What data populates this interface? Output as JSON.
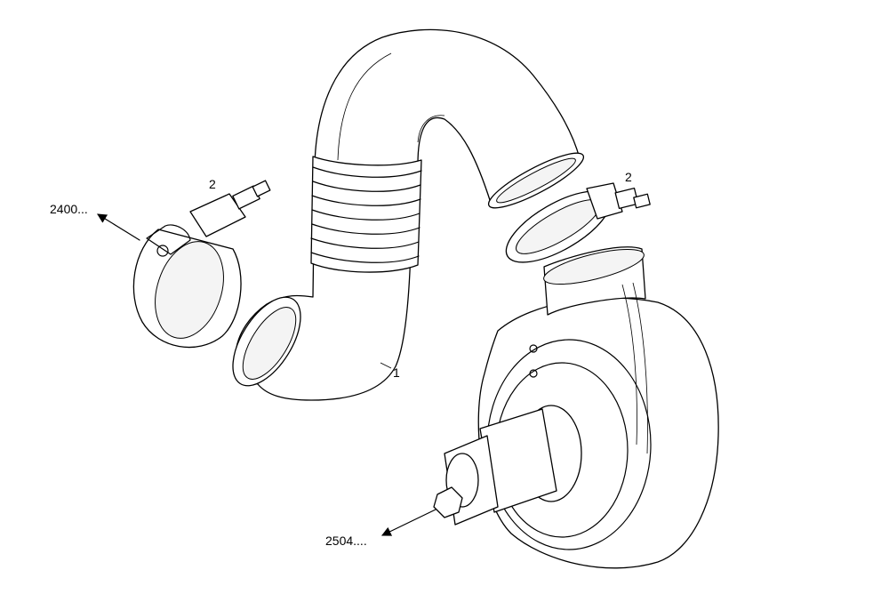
{
  "callouts": {
    "pipe": "1",
    "clamp_left": "2",
    "clamp_right": "2",
    "ref_left": "2400...",
    "ref_bottom": "2504...."
  },
  "colors": {
    "line": "#000000",
    "background": "#ffffff"
  }
}
